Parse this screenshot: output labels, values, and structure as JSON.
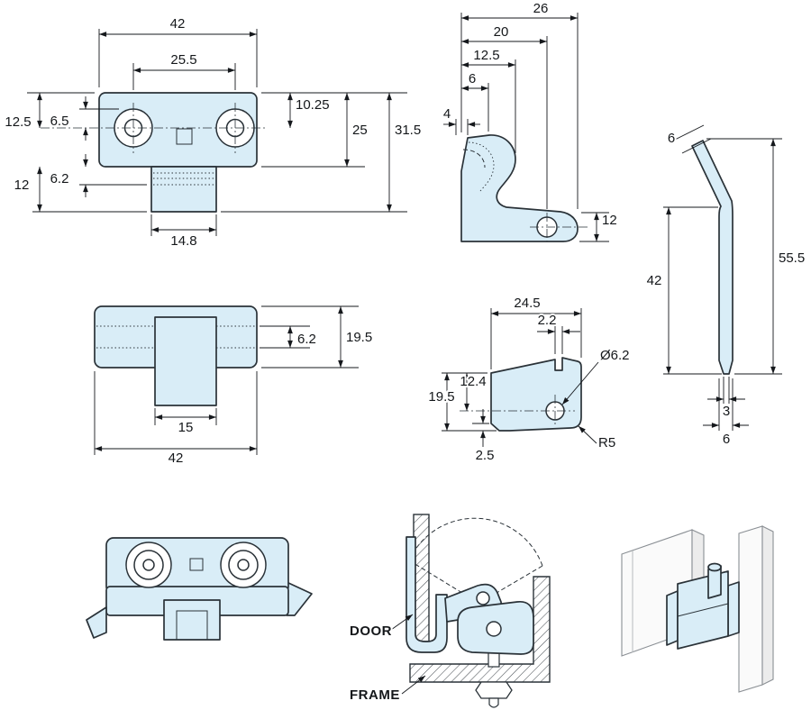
{
  "colors": {
    "part_fill": "#d9edf7",
    "line": "#15181c"
  },
  "views": {
    "front": {
      "dims": {
        "overall_width": "42",
        "hole_spacing": "25.5",
        "hole_top_offset": "10.25",
        "body_height": "25",
        "overall_height": "31.5",
        "side_to_hole": "12.5",
        "hole_edge": "6.5",
        "tab_drop": "12",
        "slot_depth": "6.2",
        "tab_width": "14.8"
      }
    },
    "side": {
      "dims": {
        "overall_depth": "26",
        "to_hole_center": "20",
        "bend_depth": "12.5",
        "lip_depth": "6",
        "tip_width": "4",
        "foot_height": "12"
      }
    },
    "pin": {
      "dims": {
        "head_width": "6",
        "shaft_length": "42",
        "overall_length": "55.5",
        "tip_width": "3",
        "shaft_width": "6"
      }
    },
    "plan": {
      "dims": {
        "slot_width": "6.2",
        "overall_depth": "19.5",
        "tab_width": "15",
        "overall_width": "42"
      }
    },
    "cam": {
      "dims": {
        "overall_width": "24.5",
        "notch_width": "2.2",
        "hole_diameter": "Ø6.2",
        "hole_offset": "12.4",
        "overall_height": "19.5",
        "step": "2.5",
        "corner_radius": "R5"
      }
    },
    "installation": {
      "labels": {
        "door": "DOOR",
        "frame": "FRAME"
      }
    }
  }
}
